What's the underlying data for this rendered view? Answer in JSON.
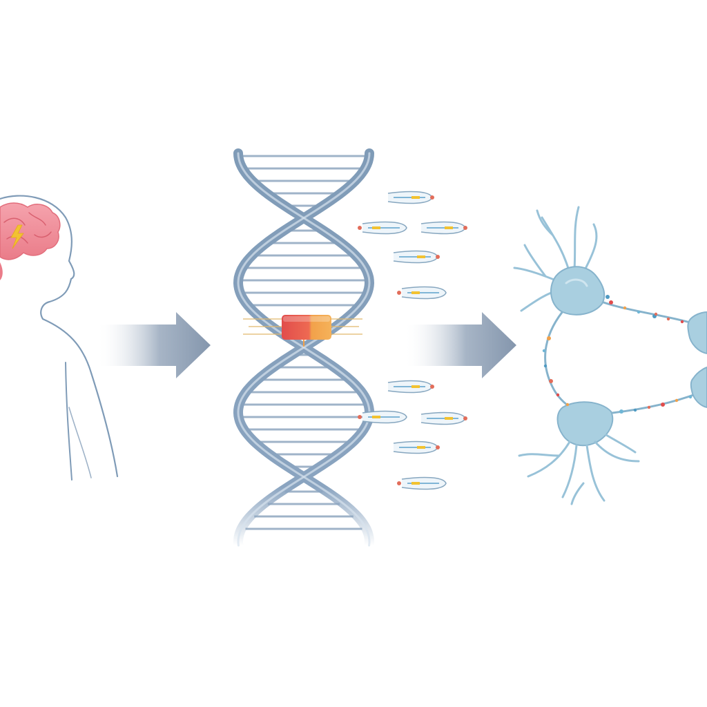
{
  "diagram": {
    "stages": [
      {
        "name": "person-with-brain",
        "icon": "lightning-icon"
      },
      {
        "name": "dna-helix",
        "highlight": "mutation-segment"
      },
      {
        "name": "neuron-network"
      }
    ],
    "arrows": 2,
    "colors": {
      "outline": "#7f9bb7",
      "helix": "#8aa4c0",
      "brain": "#f08c98",
      "brain_dark": "#e26d7b",
      "lightning": "#f2c230",
      "mutation_red": "#e14c4c",
      "mutation_orange": "#f2a14a",
      "neuron": "#a9cfe0",
      "neuron_stroke": "#86b3cc",
      "arrow": "#8496ad"
    }
  }
}
